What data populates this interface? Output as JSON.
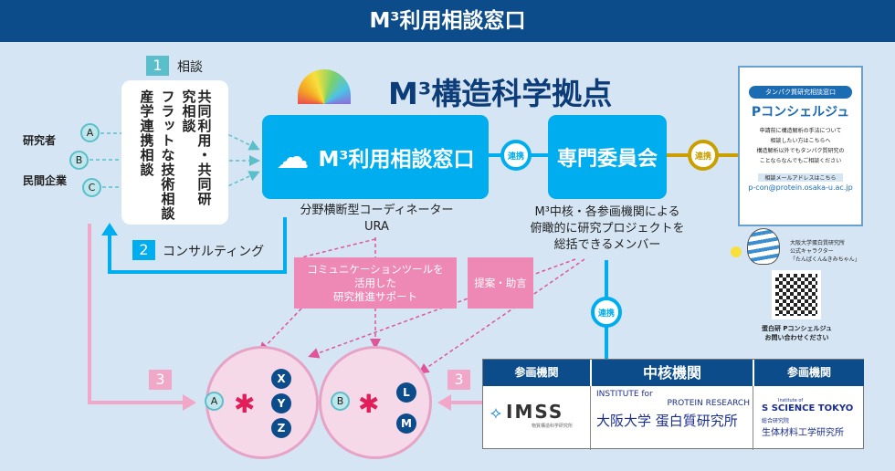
{
  "header": {
    "title": "M³利用相談窓口"
  },
  "main_title": "M³構造科学拠点",
  "step1": {
    "num": "1",
    "label": "相談"
  },
  "step2": {
    "num": "2",
    "label": "コンサルティング"
  },
  "step3": {
    "num": "3"
  },
  "users": {
    "researcher": "研究者",
    "company": "民間企業",
    "nodes": [
      "A",
      "B",
      "C"
    ]
  },
  "consult_types": [
    "共同利用・共同研究相談",
    "フラットな技術相談",
    "産学連携相談"
  ],
  "window_box": {
    "label": "M³利用相談窓口",
    "sub1": "分野横断型コーディネーター",
    "sub2": "URA"
  },
  "committee": {
    "label": "専門委員会",
    "desc": [
      "M³中核・各参画機関による",
      "俯瞰的に研究プロジェクトを",
      "総括できるメンバー"
    ]
  },
  "renkei": "連携",
  "support_box": [
    "コミュニケーションツールを",
    "活用した",
    "研究推進サポート"
  ],
  "advice_box": "提案・助言",
  "circle_left": {
    "user": "A",
    "members": [
      "X",
      "Y",
      "Z"
    ]
  },
  "circle_right": {
    "user": "B",
    "members": [
      "L",
      "M"
    ]
  },
  "table": {
    "col1": "参画機関",
    "col2": "中核機関",
    "col3": "参画機関",
    "imss": "IMSS",
    "imss_sub": "物質構造科学研究所",
    "ipr_en1": "INSTITUTE for",
    "ipr_en2": "PROTEIN RESEARCH",
    "ipr_jp": "大阪大学 蛋白質研究所",
    "tokyo_en1": "Institute of",
    "tokyo_en2": "SCIENCE TOKYO",
    "tokyo_sub": "総合研究院",
    "tokyo_jp": "生体材料工学研究所"
  },
  "pcon": {
    "tag": "タンパク質研究相談窓口",
    "title": "Pコンシェルジュ",
    "text1": "申請前に構造解析の手法について",
    "text2": "相談したい方はこちらへ",
    "text3": "構造解析以外でもタンパク質研究の",
    "text4": "ことならなんでもご相談ください",
    "mail_label": "相談メールアドレスはこちら",
    "email": "p-con@protein.osaka-u.ac.jp",
    "chara1": "大阪大学蛋白質研究所",
    "chara2": "公式キャラクター",
    "chara3": "「たんぱくん&きみちゃん」",
    "qr1": "蛋白研 Pコンシェルジュ",
    "qr2": "お問い合わせください"
  },
  "colors": {
    "header": "#0d4c8b",
    "cyan": "#00aeef",
    "pink": "#ee88b4",
    "gold": "#c9a000",
    "teal": "#5bbfcb"
  }
}
